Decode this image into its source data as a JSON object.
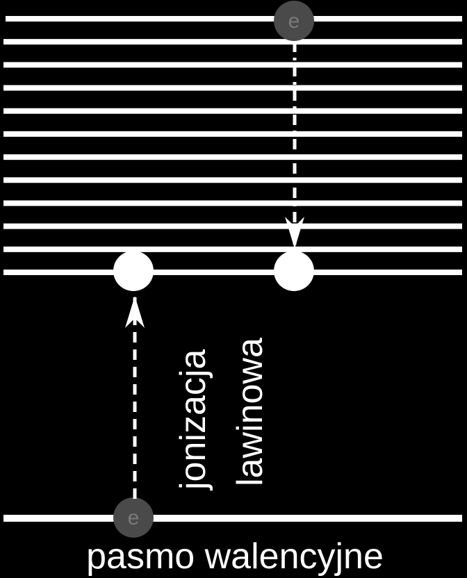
{
  "diagram": {
    "conduction_level_count": 12,
    "valence_band_label": "pasmo walencyjne",
    "process_label_line1": "jonizacja",
    "process_label_line2": "lawinowa",
    "electron_symbol": "e",
    "colors": {
      "background": "#000000",
      "lines": "#ffffff",
      "electron_faded": "#4a4a4a",
      "electron_faded_text": "#7a7a7a"
    }
  }
}
